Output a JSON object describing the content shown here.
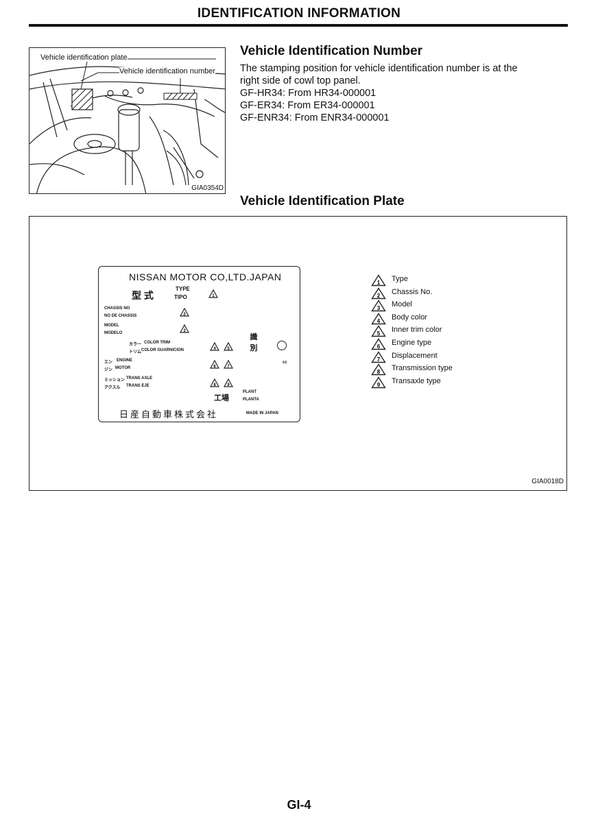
{
  "header": {
    "title": "IDENTIFICATION INFORMATION"
  },
  "figure1": {
    "callout_plate": "Vehicle identification plate",
    "callout_vin": "Vehicle identification number",
    "code": "GIA0354D"
  },
  "vin_section": {
    "heading": "Vehicle Identification Number",
    "lines": [
      "The stamping position for vehicle identification number is at the",
      "right side of cowl top panel.",
      "GF-HR34: From HR34-000001",
      "GF-ER34: From ER34-000001",
      "GF-ENR34: From ENR34-000001"
    ]
  },
  "plate_section": {
    "heading": "Vehicle Identification Plate",
    "code": "GIA0018D",
    "plate": {
      "maker": "NISSAN MOTOR CO,LTD.JAPAN",
      "type_jp": "型 式",
      "type_en": "TYPE",
      "type_es": "TIPO",
      "chassis_en": "CHASSIS NO",
      "chassis_es": "NO DE CHASSIS",
      "model_en": "MODEL",
      "model_es": "MODELO",
      "color_jp": "カラー",
      "color_en": "COLOR TRIM",
      "trim_jp": "トリム",
      "trim_es": "COLOR GUARNICION",
      "shikibetsu": "識 別",
      "engine_jp": "エン",
      "engine_en": "ENGINE",
      "motor_jp": "ジン",
      "motor_es": "MOTOR",
      "mission_jp": "ミッション",
      "trans_en": "TRANS AXLE",
      "axle_jp": "アクスル",
      "trans_es": "TRANS EJE",
      "cc": "cc",
      "plant_jp": "工場",
      "plant_en": "PLANT",
      "plant_es": "PLANTA",
      "company_jp": "日産自動車株式会社",
      "made_in": "MADE IN JAPAN"
    },
    "legend": [
      {
        "num": "1",
        "label": "Type"
      },
      {
        "num": "2",
        "label": "Chassis No."
      },
      {
        "num": "3",
        "label": "Model"
      },
      {
        "num": "4",
        "label": "Body color"
      },
      {
        "num": "5",
        "label": "Inner trim color"
      },
      {
        "num": "6",
        "label": "Engine type"
      },
      {
        "num": "7",
        "label": "Displacement"
      },
      {
        "num": "8",
        "label": "Transmission type"
      },
      {
        "num": "9",
        "label": "Transaxle type"
      }
    ]
  },
  "footer": {
    "page_number": "GI-4"
  }
}
